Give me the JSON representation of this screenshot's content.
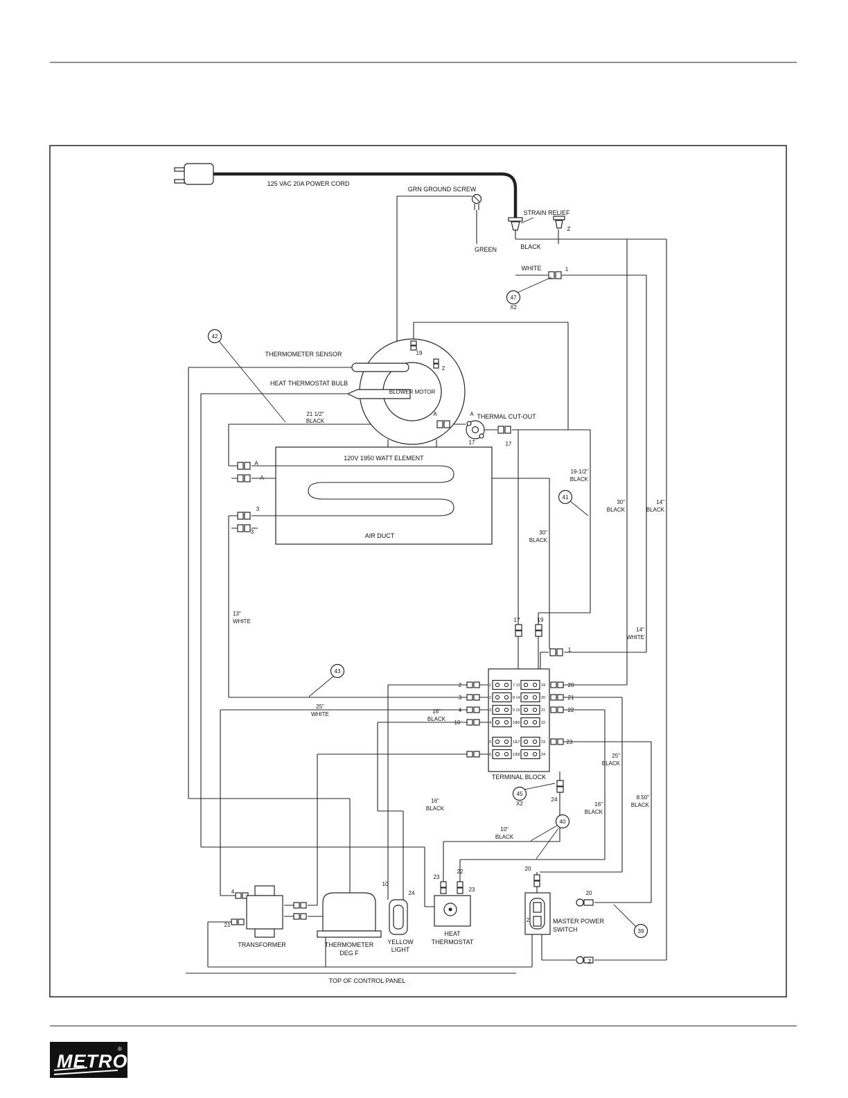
{
  "doc": {
    "logo_text": "METRO",
    "logo_reg": "®"
  },
  "L": {
    "power_cord": "125 VAC 20A POWER CORD",
    "grn_ground_screw": "GRN GROUND SCREW",
    "strain_relief": "STRAIN RELIEF",
    "z_top": "Z",
    "green": "GREEN",
    "black": "BLACK",
    "white": "WHITE",
    "one_top": "1",
    "c47": "47",
    "c47x": "X2",
    "c42": "42",
    "thermometer_sensor": "THERMOMETER SENSOR",
    "n19_motor": "19",
    "n2_motor": "2",
    "blower_motor": "BLOWER MOTOR",
    "heat_thermostat_bulb": "HEAT THERMOSTAT BULB",
    "len215": "21 1/2\"",
    "len215c": "BLACK",
    "a_cut1": "A",
    "a_cut2": "A",
    "thermal_cutout": "THERMAL CUT-OUT",
    "n17a": "17",
    "n17b": "17",
    "element": "120V 1950  WATT ELEMENT",
    "a_el1": "A",
    "a_el2": "A",
    "n3a": "3",
    "n3b": "3",
    "air_duct": "AIR DUCT",
    "c41": "41",
    "len195": "19-1/2\"",
    "len195c": "BLACK",
    "len30a": "30\"",
    "len30ac": "BLACK",
    "len14b": "14\"",
    "len14bc": "BLACK",
    "len30b": "30\"",
    "len30bc": "BLACK",
    "len13": "13\"",
    "len13c": "WHITE",
    "n17c": "17",
    "n19c": "19",
    "len14w": "14\"",
    "len14wc": "WHITE",
    "one_tb": "1",
    "c43": "43",
    "tbl2": "2",
    "tbl3": "3",
    "tbl4": "4",
    "tbl10": "10",
    "tbr20": "20",
    "tbr21": "21",
    "tbr22": "22",
    "tbr23": "23",
    "len25w": "25\"",
    "len25wc": "WHITE",
    "len16a": "16\"",
    "len16ac": "BLACK",
    "terminal_block": "TERMINAL BLOCK",
    "c45": "45",
    "c45x": "X2",
    "n24a": "24",
    "len25b": "25\"",
    "len25bc": "BLACK",
    "len16c": "16\"",
    "len16cc": "BLACK",
    "len85": "8.50\"",
    "len85c": "BLACK",
    "len16b": "16\"",
    "len16bc": "BLACK",
    "len10": "10\"",
    "len10c": "BLACK",
    "c40": "40",
    "n10yl": "10",
    "n24yl": "24",
    "n4tr": "4",
    "n21tr": "21",
    "transformer": "TRANSFORMER",
    "thermometer1": "THERMOMETER",
    "thermometer2": "DEG F",
    "yellow1": "YELLOW",
    "yellow2": "LIGHT",
    "n23a": "23",
    "n22a": "22",
    "n23b": "23",
    "heat1": "HEAT",
    "heat2": "THERMOSTAT",
    "n20sw": "20",
    "n20r": "20",
    "n2sw": "2",
    "master1": "MASTER POWER",
    "master2": "SWITCH",
    "c39": "39",
    "z_bot": "Z",
    "top_panel": "TOP OF CONTROL PANEL"
  },
  "TB": {
    "c1l": [
      "1",
      "2",
      "3",
      "4",
      "5",
      "6"
    ],
    "c1r": [
      "7",
      "8",
      "9",
      "10",
      "11",
      "12"
    ],
    "c2l": [
      "13",
      "14",
      "15",
      "16",
      "17",
      "18"
    ],
    "c2r": [
      "19",
      "20",
      "21",
      "22",
      "23",
      "24"
    ]
  }
}
